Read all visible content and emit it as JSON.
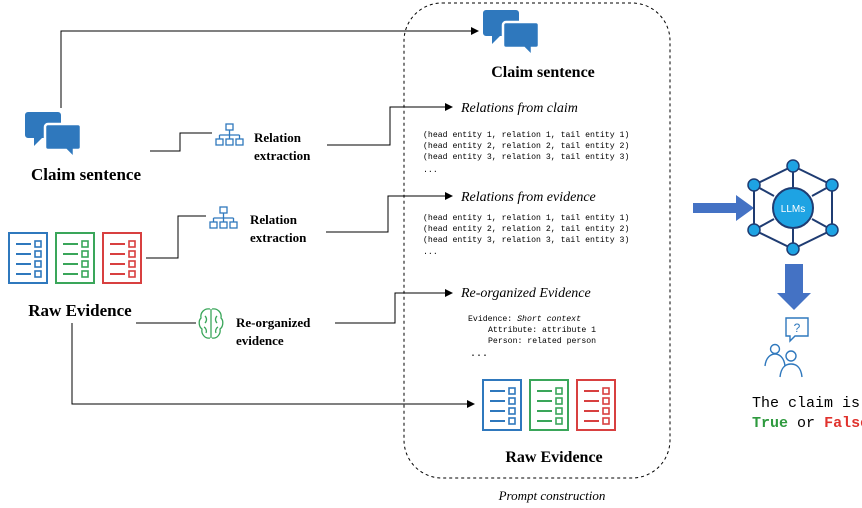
{
  "colors": {
    "blue": "#2f78bd",
    "green": "#3aa65a",
    "red": "#d84040",
    "true_color": "#2e9a3e",
    "false_color": "#e0322d",
    "llm_blue": "#1ea3e3",
    "arrow_blue": "#4472c4"
  },
  "icons": {
    "chat": "chat-bubbles-icon",
    "document": "document-list-icon",
    "hierarchy": "hierarchy-icon",
    "brain": "brain-icon",
    "llm": "llm-network-icon",
    "person": "person-question-icon"
  },
  "left": {
    "claim_label": "Claim sentence",
    "raw_evidence_label": "Raw Evidence",
    "relation_extraction_1": [
      "Relation",
      "extraction"
    ],
    "relation_extraction_2": [
      "Relation",
      "extraction"
    ],
    "reorganized_label": [
      "Re-organized",
      "evidence"
    ]
  },
  "prompt": {
    "claim_sentence": "Claim sentence",
    "relations_from_claim_title": "Relations from claim",
    "relations_from_claim": [
      "(head entity 1, relation 1, tail entity 1)",
      "(head entity 2, relation 2, tail entity 2)",
      "(head entity 3, relation 3, tail entity 3)",
      "..."
    ],
    "relations_from_evidence_title": "Relations from evidence",
    "relations_from_evidence": [
      "(head entity 1, relation 1, tail entity 1)",
      "(head entity 2, relation 2, tail entity 2)",
      "(head entity 3, relation 3, tail entity 3)",
      "..."
    ],
    "reorganized_title": "Re-organized Evidence",
    "reorganized_evidence_prefix": "Evidence: ",
    "reorganized_evidence_value": "Short context",
    "reorganized_attribute": "Attribute: attribute 1",
    "reorganized_person": "Person: related person",
    "reorganized_ellipsis": "...",
    "raw_evidence_label": "Raw Evidence",
    "caption": "Prompt construction"
  },
  "right": {
    "llm_label": "LLMs",
    "verdict_line1": "The claim is",
    "verdict_true": "True",
    "verdict_or": "or",
    "verdict_false": "False"
  }
}
